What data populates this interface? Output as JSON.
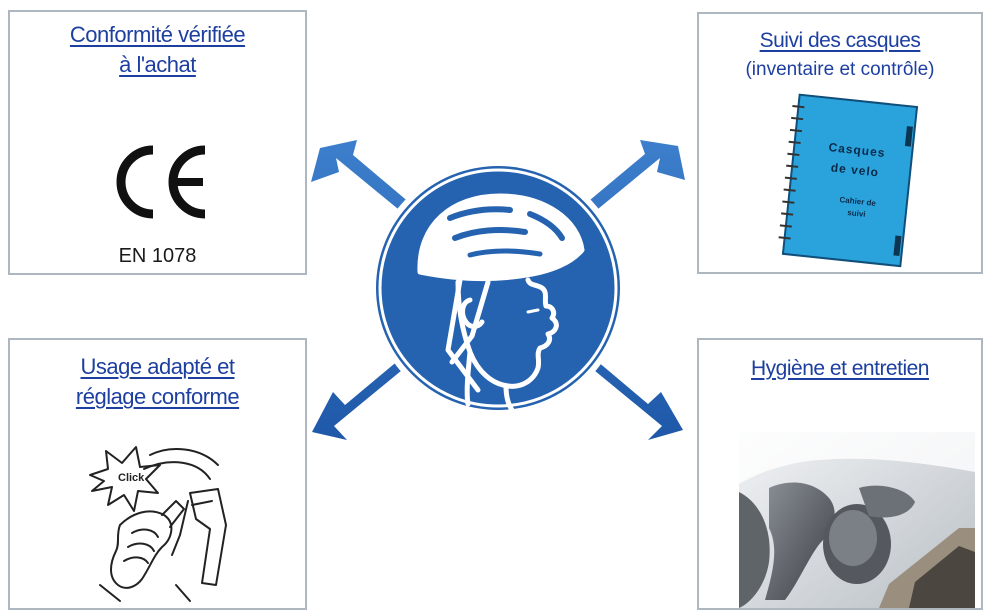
{
  "diagram": {
    "boxes": {
      "top_left": {
        "title_line1": "Conformité vérifiée",
        "title_line2": "à l'achat",
        "ce_mark": "CE",
        "standard": "EN 1078"
      },
      "top_right": {
        "title": "Suivi des casques",
        "subtitle": "(inventaire et contrôle)",
        "notebook_title_line1": "Casques",
        "notebook_title_line2": "de velo",
        "notebook_sub_line1": "Cahier de",
        "notebook_sub_line2": "suivi"
      },
      "bottom_left": {
        "title_line1": "Usage adapté et",
        "title_line2": "réglage conforme",
        "click_text": "Click"
      },
      "bottom_right": {
        "title": "Hygiène et entretien"
      }
    },
    "center": {
      "icon": "helmet-head-icon"
    },
    "colors": {
      "title_text": "#1d3fa0",
      "arrow_blue": "#2e6bb8",
      "circle_blue": "#2563b0",
      "box_border": "#aeb6bf",
      "notebook_blue": "#2aa3dc"
    }
  }
}
